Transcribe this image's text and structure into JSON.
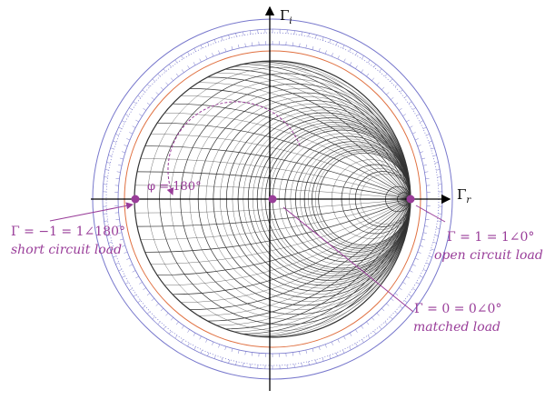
{
  "axes": {
    "real_label": "Γ",
    "real_sub": "r",
    "imag_label": "Γ",
    "imag_sub": "i"
  },
  "annotations": {
    "angle": "φ = 180°",
    "short": {
      "eq": "Γ = −1 = 1∠180°",
      "name": "short circuit load"
    },
    "open": {
      "eq": "Γ = 1 = 1∠0°",
      "name": "open circuit load"
    },
    "matched": {
      "eq": "Γ = 0 = 0∠0°",
      "name": "matched load"
    }
  },
  "colors": {
    "accent": "#993d99",
    "grid": "#333333",
    "scale": "#7777cc",
    "ring": "#e07040"
  },
  "resistance_values": [
    0.1,
    0.2,
    0.3,
    0.4,
    0.5,
    0.6,
    0.7,
    0.8,
    0.9,
    1,
    1.2,
    1.4,
    1.6,
    1.8,
    2,
    3,
    4,
    5,
    10,
    20,
    50
  ],
  "reactance_values": [
    0.1,
    0.2,
    0.3,
    0.4,
    0.5,
    0.6,
    0.7,
    0.8,
    0.9,
    1,
    1.2,
    1.4,
    1.6,
    1.8,
    2,
    3,
    4,
    5,
    10,
    20,
    50
  ]
}
